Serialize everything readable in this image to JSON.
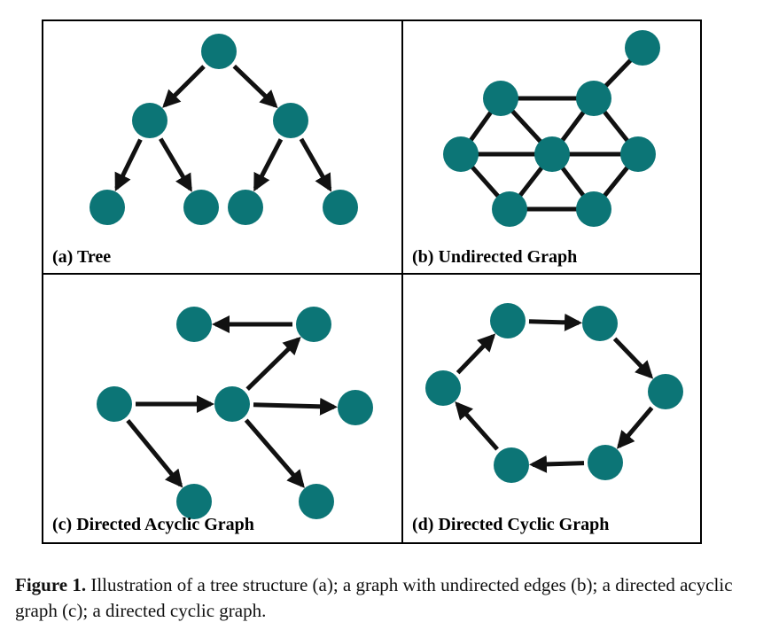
{
  "colors": {
    "node": "#0c7576",
    "edge": "#111111"
  },
  "panels": {
    "a": {
      "label": "(a) Tree"
    },
    "b": {
      "label": "(b) Undirected Graph"
    },
    "c": {
      "label": "(c) Directed Acyclic Graph"
    },
    "d": {
      "label": "(d) Directed Cyclic Graph"
    }
  },
  "caption": {
    "label": "Figure 1.",
    "text": " Illustration of a tree structure (a); a graph with undirected edges (b); a directed acyclic graph (c); a directed cyclic graph."
  }
}
